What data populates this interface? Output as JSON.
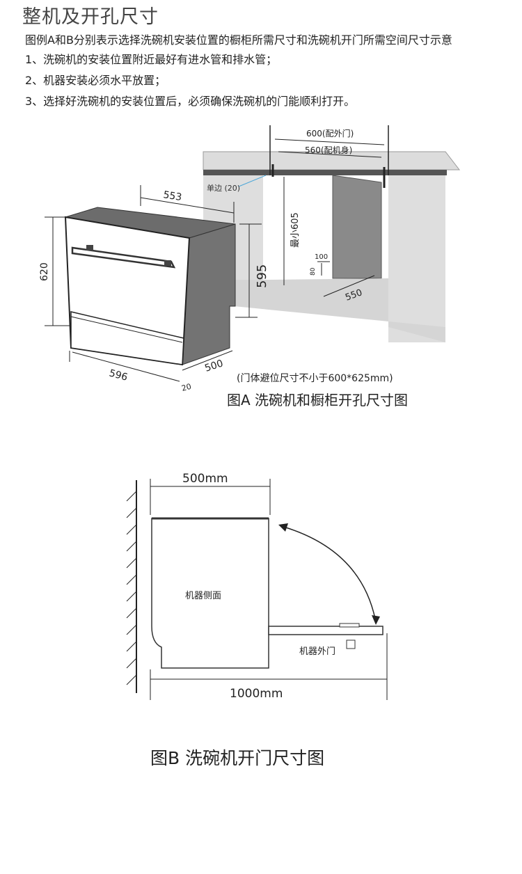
{
  "header": {
    "title": "整机及开孔尺寸",
    "intro": "图例A和B分别表示选择洗碗机安装位置的橱柜所需尺寸和洗碗机开门所需空间尺寸示意",
    "notes": [
      "1、洗碗机的安装位置附近最好有进水管和排水管；",
      "2、机器安装必须水平放置；",
      "3、选择好洗碗机的安装位置后，必须确保洗碗机的门能顺利打开。"
    ]
  },
  "figure_a": {
    "caption": "图A  洗碗机和橱柜开孔尺寸图",
    "door_note": "(门体避位尺寸不小于600*625mm)",
    "dims": {
      "depth_top": "553",
      "height_left": "620",
      "width_bottom": "596",
      "depth_side": "500",
      "door_gap": "20",
      "body_height": "595",
      "outer_door": "600(配外门)",
      "inner_body": "560(配机身)",
      "single_side": "单边  (20)",
      "min_height": "最小605",
      "pipe_w": "100",
      "pipe_h": "80",
      "cabinet_depth": "550"
    }
  },
  "figure_b": {
    "caption": "图B 洗碗机开门尺寸图",
    "depth": "500mm",
    "total": "1000mm",
    "side_label": "机器侧面",
    "door_label": "机器外门"
  }
}
